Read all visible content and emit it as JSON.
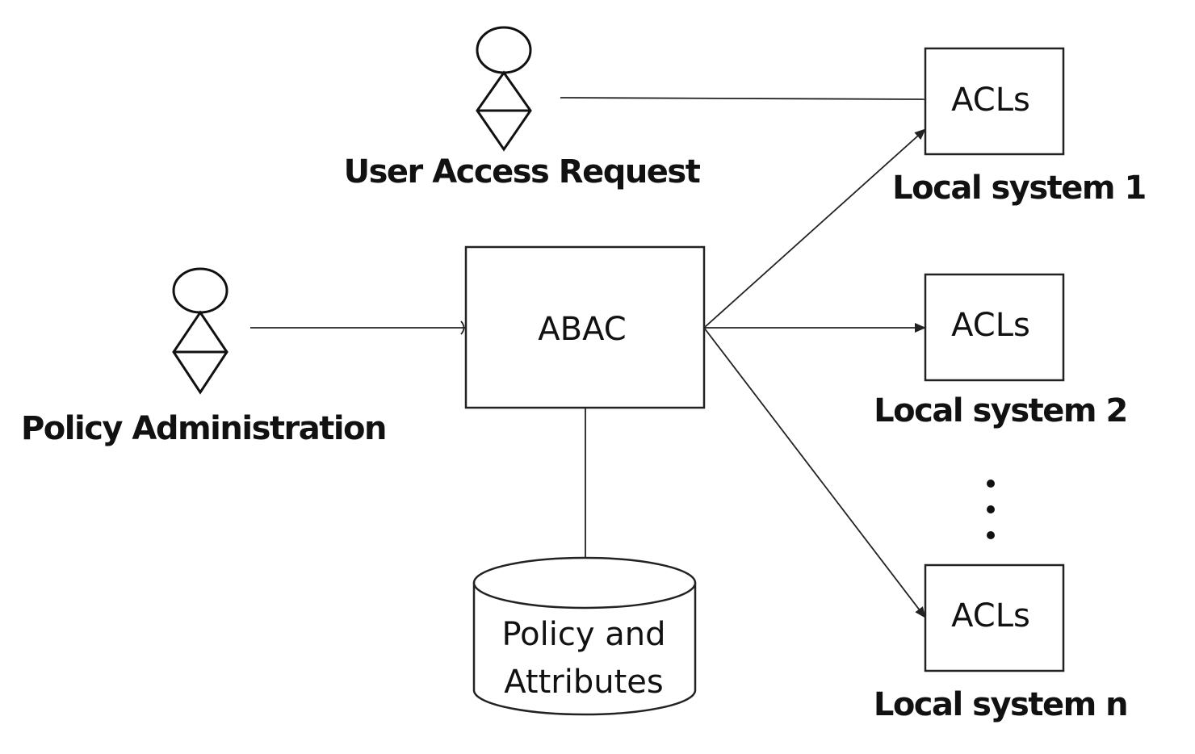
{
  "actors": {
    "user_access_request": {
      "label": "User Access Request"
    },
    "policy_administration": {
      "label": "Policy Administration"
    }
  },
  "abac": {
    "label": "ABAC"
  },
  "database": {
    "label_line1": "Policy and",
    "label_line2": "Attributes"
  },
  "local_systems": [
    {
      "box_label": "ACLs",
      "caption": "Local system 1"
    },
    {
      "box_label": "ACLs",
      "caption": "Local system 2"
    },
    {
      "box_label": "ACLs",
      "caption": "Local system n"
    }
  ],
  "ellipsis_icon": "vertical-ellipsis-icon",
  "actor_icon": "user-actor-icon",
  "colors": {
    "line": "#222222",
    "text": "#111111",
    "background": "#ffffff"
  }
}
